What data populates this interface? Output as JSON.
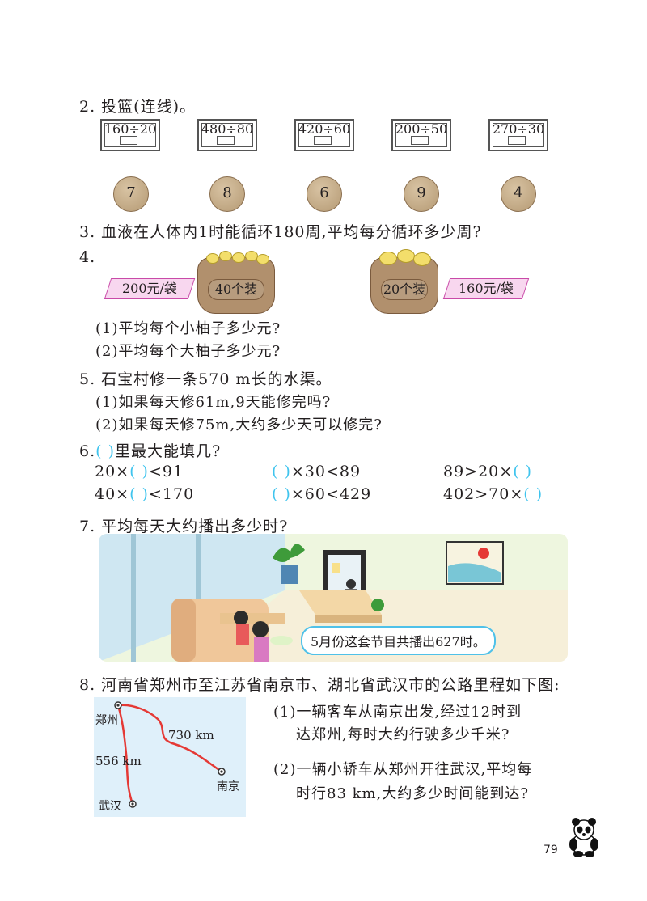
{
  "q2": {
    "title": "2. 投篮(连线)。",
    "boards": [
      "160÷20",
      "480÷80",
      "420÷60",
      "200÷50",
      "270÷30"
    ],
    "balls": [
      "7",
      "8",
      "6",
      "9",
      "4"
    ]
  },
  "q3": {
    "text": "3. 血液在人体内1时能循环180周,平均每分循环多少周?"
  },
  "q4": {
    "number": "4.",
    "left_price": "200元/袋",
    "left_sack": "40个装",
    "right_sack": "20个装",
    "right_price": "160元/袋",
    "sub1": "(1)平均每个小柚子多少元?",
    "sub2": "(2)平均每个大柚子多少元?"
  },
  "q5": {
    "text": "5. 石宝村修一条570 m长的水渠。",
    "sub1": "(1)如果每天修61m,9天能修完吗?",
    "sub2": "(2)如果每天修75m,大约多少天可以修完?"
  },
  "q6": {
    "prefix": "6.",
    "blank": "(      )",
    "suffix": "里最大能填几?",
    "row1": [
      {
        "before": "20×",
        "after": "<91"
      },
      {
        "before": "",
        "after": "×30<89"
      },
      {
        "before": "89>20×",
        "after": ""
      }
    ],
    "row2": [
      {
        "before": "40×",
        "after": "<170"
      },
      {
        "before": "",
        "after": "×60<429"
      },
      {
        "before": "402>70×",
        "after": ""
      }
    ]
  },
  "q7": {
    "text": "7. 平均每天大约播出多少时?",
    "bubble": "5月份这套节目共播出627时。"
  },
  "q8": {
    "text": "8. 河南省郑州市至江苏省南京市、湖北省武汉市的公路里程如下图:",
    "map": {
      "zhengzhou": "郑州",
      "nanjing": "南京",
      "wuhan": "武汉",
      "d1": "730 km",
      "d2": "556 km"
    },
    "sub1_line1": "(1)一辆客车从南京出发,经过12时到",
    "sub1_line2": "达郑州,每时大约行驶多少千米?",
    "sub2_line1": "(2)一辆小轿车从郑州开往武汉,平均每",
    "sub2_line2": "时行83 km,大约多少时间能到达?"
  },
  "page_number": "79",
  "colors": {
    "blank": "#3fc4ee",
    "tag": "#f8d7ef",
    "map_bg": "#dff0fa",
    "route": "#e53935"
  }
}
